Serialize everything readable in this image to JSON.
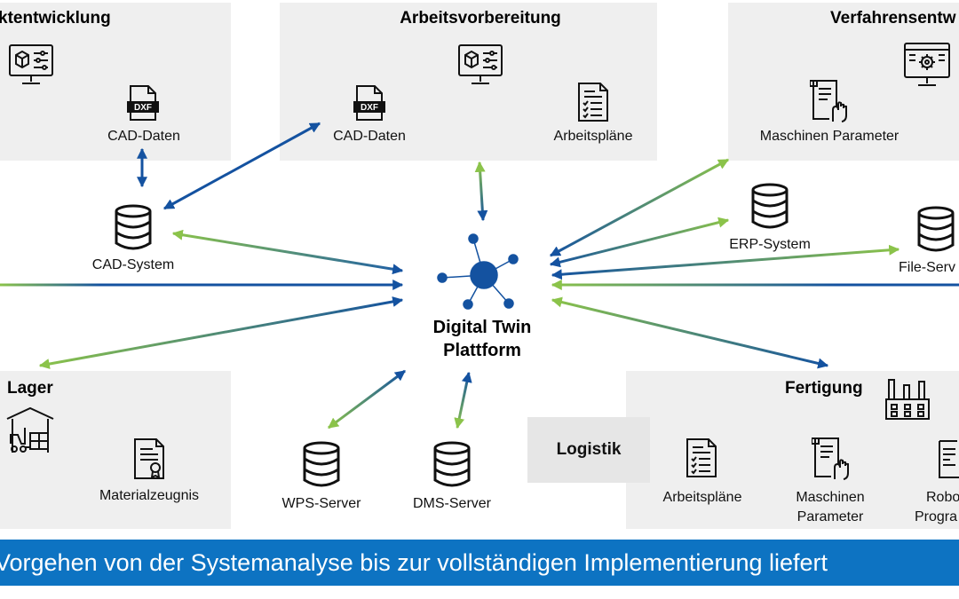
{
  "colors": {
    "blue": "#1452a0",
    "green": "#8bc34a",
    "banner": "#0d73c2",
    "box": "#efefef"
  },
  "boxes": {
    "produktentwicklung": {
      "title": "ktentwicklung",
      "cad_daten": "CAD-Daten",
      "dxf": "DXF"
    },
    "arbeitsvorbereitung": {
      "title": "Arbeitsvorbereitung",
      "cad_daten": "CAD-Daten",
      "dxf": "DXF",
      "arbeitsplaene": "Arbeitspläne"
    },
    "verfahrensentwicklung": {
      "title": "Verfahrensentw",
      "maschinen_parameter": "Maschinen Parameter"
    },
    "lager": {
      "title": "Lager",
      "materialzeugnis": "Materialzeugnis"
    },
    "fertigung": {
      "title": "Fertigung",
      "arbeitsplaene": "Arbeitspläne",
      "maschinen_parameter_1": "Maschinen",
      "maschinen_parameter_2": "Parameter",
      "robo_1": "Robo",
      "robo_2": "Progra"
    },
    "logistik": {
      "title": "Logistik"
    }
  },
  "systems": {
    "cad_system": "CAD-System",
    "erp_system": "ERP-System",
    "file_server": "File-Serv",
    "wps_server": "WPS-Server",
    "dms_server": "DMS-Server"
  },
  "hub": {
    "line1": "Digital Twin",
    "line2": "Plattform"
  },
  "banner": {
    "text": "Vorgehen von der Systemanalyse bis zur vollständigen Implementierung liefert"
  }
}
